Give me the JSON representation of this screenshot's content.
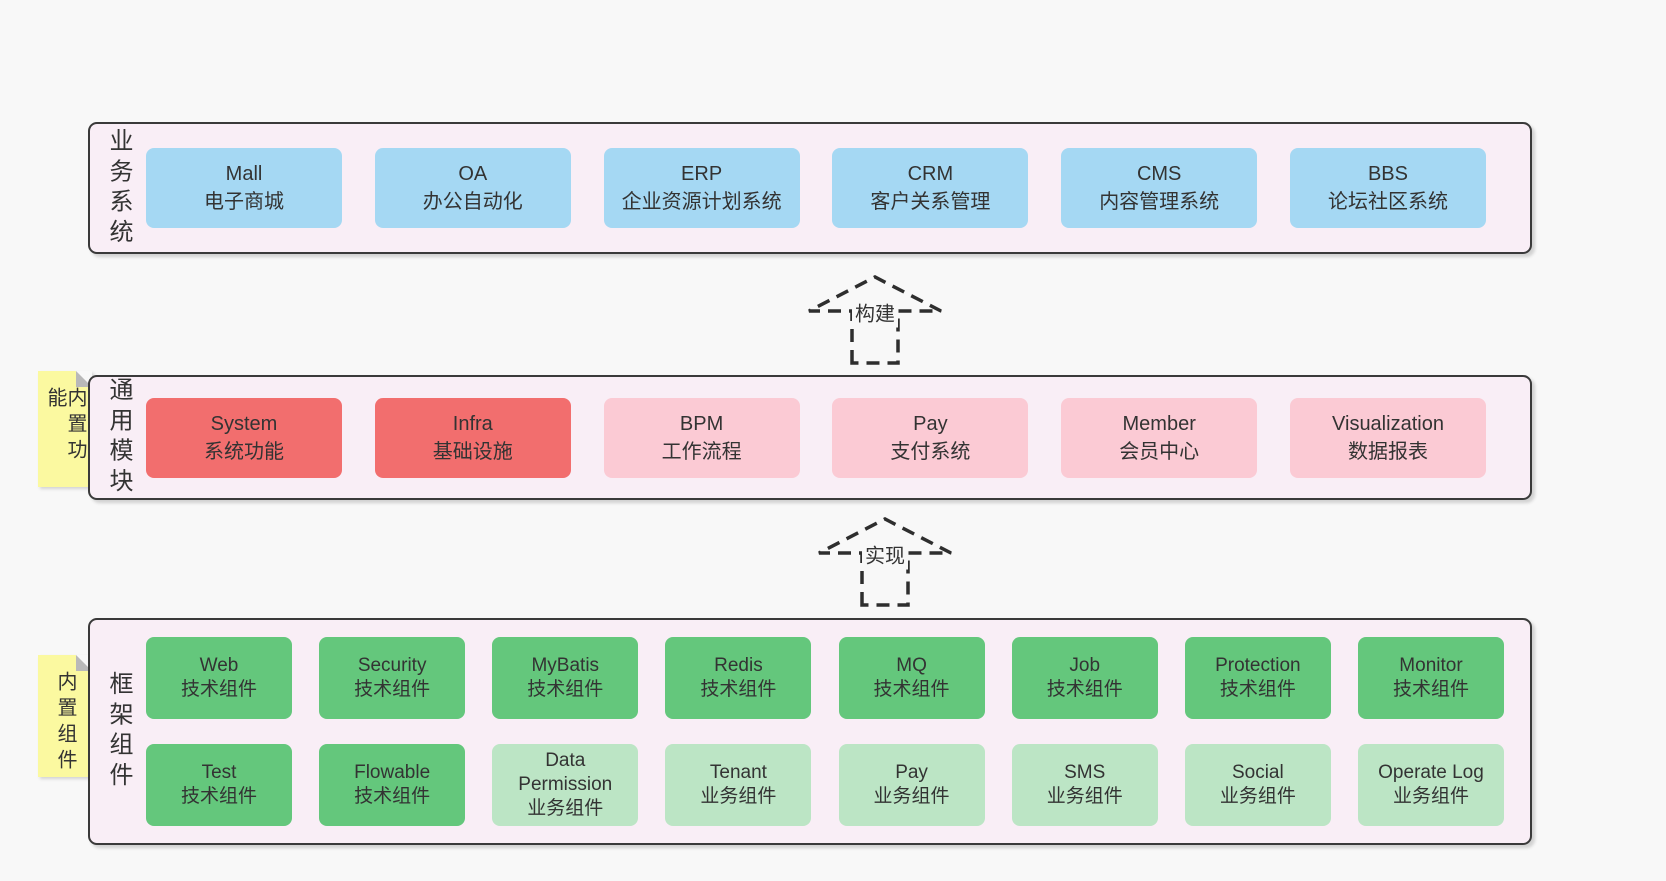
{
  "colors": {
    "page_bg": "#f8f8f8",
    "band_bg": "#f9eef6",
    "band_border": "#3a3a3a",
    "blue": "#a5d8f3",
    "red": "#f26e6e",
    "pink": "#fbcad4",
    "green": "#64c77c",
    "green_light": "#bce5c5",
    "sticky_yellow": "#fbf9a0",
    "fold_gray": "#b9b9b9",
    "text": "#333333"
  },
  "bands": [
    {
      "label": "业务系统",
      "rows": [
        [
          {
            "title": "Mall",
            "subtitle": "电子商城",
            "variant": "blue"
          },
          {
            "title": "OA",
            "subtitle": "办公自动化",
            "variant": "blue"
          },
          {
            "title": "ERP",
            "subtitle": "企业资源计划系统",
            "variant": "blue"
          },
          {
            "title": "CRM",
            "subtitle": "客户关系管理",
            "variant": "blue"
          },
          {
            "title": "CMS",
            "subtitle": "内容管理系统",
            "variant": "blue"
          },
          {
            "title": "BBS",
            "subtitle": "论坛社区系统",
            "variant": "blue"
          }
        ]
      ]
    },
    {
      "label": "通用模块",
      "sticky": "内置功能",
      "rows": [
        [
          {
            "title": "System",
            "subtitle": "系统功能",
            "variant": "red"
          },
          {
            "title": "Infra",
            "subtitle": "基础设施",
            "variant": "red"
          },
          {
            "title": "BPM",
            "subtitle": "工作流程",
            "variant": "pink"
          },
          {
            "title": "Pay",
            "subtitle": "支付系统",
            "variant": "pink"
          },
          {
            "title": "Member",
            "subtitle": "会员中心",
            "variant": "pink"
          },
          {
            "title": "Visualization",
            "subtitle": "数据报表",
            "variant": "pink"
          }
        ]
      ]
    },
    {
      "label": "框架组件",
      "sticky": "内置组件",
      "rows": [
        [
          {
            "title": "Web",
            "subtitle": "技术组件",
            "variant": "green"
          },
          {
            "title": "Security",
            "subtitle": "技术组件",
            "variant": "green"
          },
          {
            "title": "MyBatis",
            "subtitle": "技术组件",
            "variant": "green"
          },
          {
            "title": "Redis",
            "subtitle": "技术组件",
            "variant": "green"
          },
          {
            "title": "MQ",
            "subtitle": "技术组件",
            "variant": "green"
          },
          {
            "title": "Job",
            "subtitle": "技术组件",
            "variant": "green"
          },
          {
            "title": "Protection",
            "subtitle": "技术组件",
            "variant": "green"
          },
          {
            "title": "Monitor",
            "subtitle": "技术组件",
            "variant": "green"
          }
        ],
        [
          {
            "title": "Test",
            "subtitle": "技术组件",
            "variant": "green"
          },
          {
            "title": "Flowable",
            "subtitle": "技术组件",
            "variant": "green"
          },
          {
            "title": "Data Permission",
            "subtitle": "业务组件",
            "variant": "green-light"
          },
          {
            "title": "Tenant",
            "subtitle": "业务组件",
            "variant": "green-light"
          },
          {
            "title": "Pay",
            "subtitle": "业务组件",
            "variant": "green-light"
          },
          {
            "title": "SMS",
            "subtitle": "业务组件",
            "variant": "green-light"
          },
          {
            "title": "Social",
            "subtitle": "业务组件",
            "variant": "green-light"
          },
          {
            "title": "Operate Log",
            "subtitle": "业务组件",
            "variant": "green-light"
          }
        ]
      ]
    }
  ],
  "arrows": [
    {
      "label": "构建"
    },
    {
      "label": "实现"
    }
  ]
}
